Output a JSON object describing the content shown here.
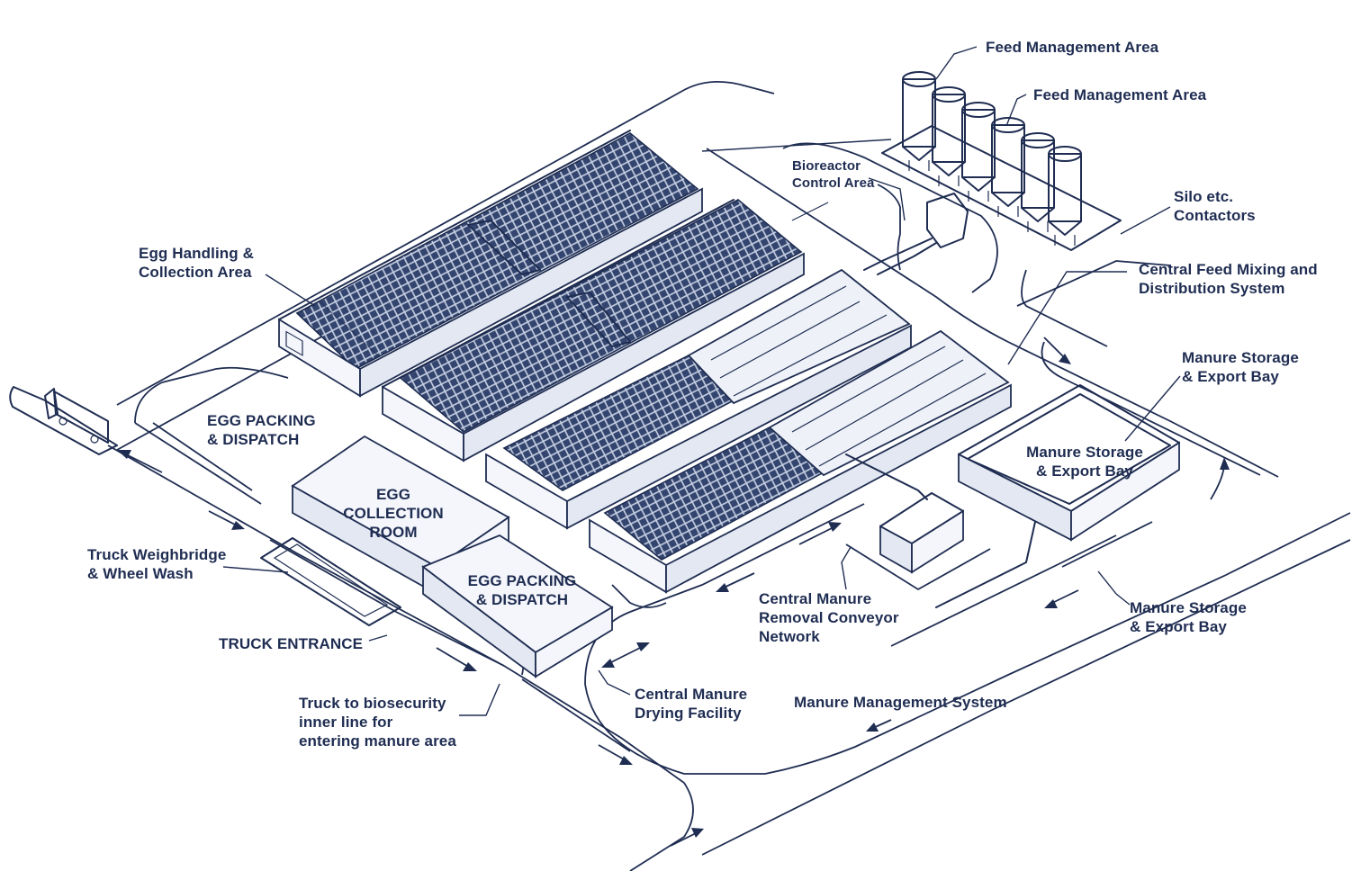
{
  "labels": {
    "feed_mgmt_1": "Feed Management Area",
    "feed_mgmt_2": "Feed Management Area",
    "bioreactor": "Bioreactor\nControl Area",
    "silo_contactors": "Silo etc.\nContactors",
    "central_feed": "Central Feed Mixing and\nDistribution System",
    "egg_handling": "Egg Handling &\nCollection Area",
    "egg_packing_top": "EGG PACKING\n& DISPATCH",
    "egg_collection_room": "EGG COLLECTION\nROOM",
    "egg_packing_bottom": "EGG PACKING\n& DISPATCH",
    "truck_weighbridge": "Truck Weighbridge\n& Wheel Wash",
    "truck_entrance": "TRUCK ENTRANCE",
    "truck_biosecurity": "Truck to biosecurity\ninner line for\nentering manure area",
    "central_manure_drying": "Central Manure\nDrying Facility",
    "central_manure_removal": "Central Manure\nRemoval Conveyor\nNetwork",
    "manure_mgmt_system": "Manure Management System",
    "manure_storage_top": "Manure Storage\n& Export Bay",
    "manure_storage_inner": "Manure Storage\n& Export Bay",
    "manure_storage_bottom": "Manure Storage\n& Export Bay"
  },
  "colors": {
    "ink": "#1f2d52",
    "paper": "#ffffff",
    "panel": "#dde3ef"
  }
}
